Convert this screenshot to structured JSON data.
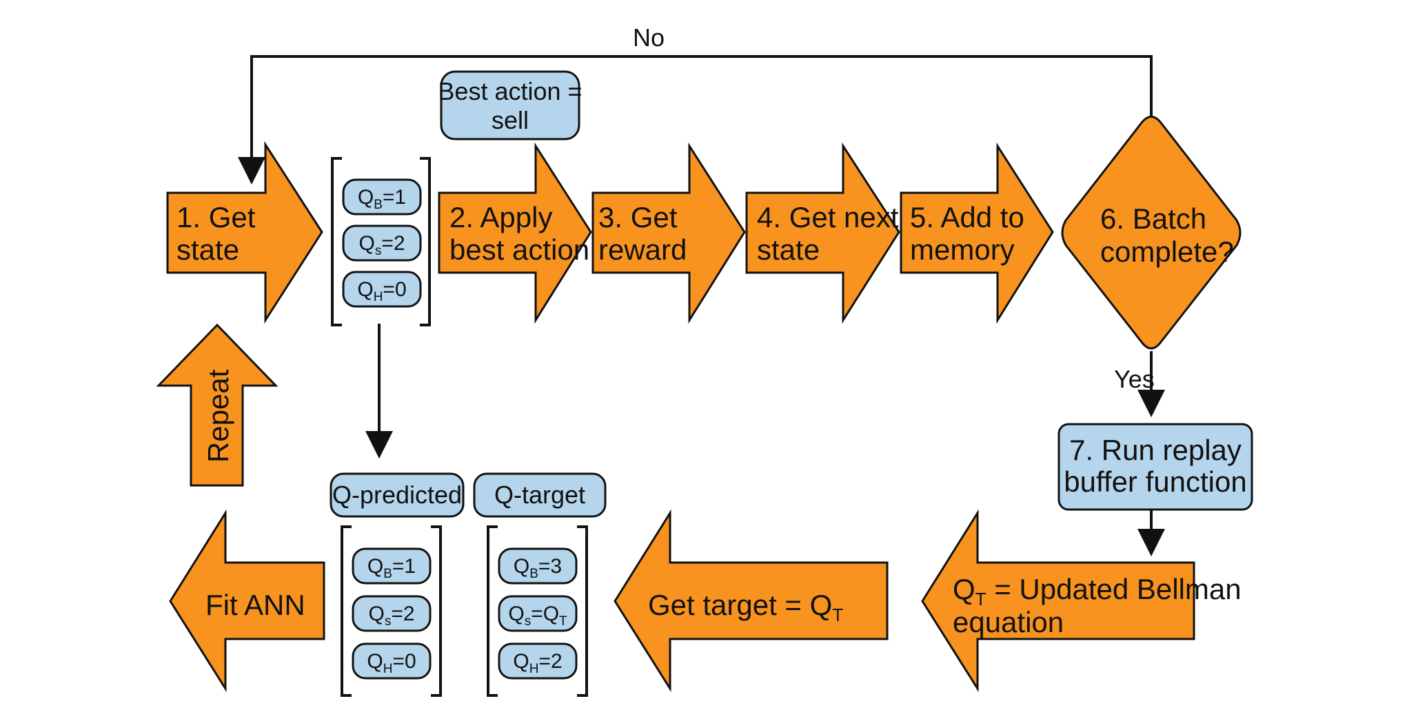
{
  "colors": {
    "arrow_fill": "#F7931E",
    "box_fill": "#B5D5EC",
    "stroke": "#111111",
    "background": "#FFFFFF"
  },
  "steps": {
    "get_state": [
      "1. Get",
      "state"
    ],
    "apply_best_action": [
      "2. Apply",
      "best action"
    ],
    "get_reward": [
      "3. Get",
      "reward"
    ],
    "get_next_state": [
      "4. Get next",
      "state"
    ],
    "add_to_memory": [
      "5. Add to",
      "memory"
    ],
    "batch_complete": [
      "6. Batch",
      "complete?"
    ],
    "run_replay": [
      "7. Run replay",
      "buffer function"
    ]
  },
  "flow_labels": {
    "no": "No",
    "yes": "Yes",
    "repeat": "Repeat"
  },
  "best_action_box": [
    "Best action =",
    "sell"
  ],
  "bellman_arrow": {
    "q": "Q",
    "q_sub": "T",
    "line1_rest": " = Updated Bellman",
    "line2": "equation"
  },
  "get_target_arrow": {
    "text": "Get target = Q",
    "sub": "T"
  },
  "fit_ann": "Fit ANN",
  "headers": {
    "q_predicted": "Q-predicted",
    "q_target": "Q-target"
  },
  "q_values_top": [
    {
      "sym": "Q",
      "sub": "B",
      "value": "=1"
    },
    {
      "sym": "Q",
      "sub": "s",
      "value": "=2"
    },
    {
      "sym": "Q",
      "sub": "H",
      "value": "=0"
    }
  ],
  "q_values_predicted": [
    {
      "sym": "Q",
      "sub": "B",
      "value": "=1"
    },
    {
      "sym": "Q",
      "sub": "s",
      "value": "=2"
    },
    {
      "sym": "Q",
      "sub": "H",
      "value": "=0"
    }
  ],
  "q_values_target": [
    {
      "sym": "Q",
      "sub": "B",
      "value": "=3"
    },
    {
      "sym": "Q",
      "sub": "s",
      "value": "=Q",
      "value_sub": "T"
    },
    {
      "sym": "Q",
      "sub": "H",
      "value": "=2"
    }
  ]
}
